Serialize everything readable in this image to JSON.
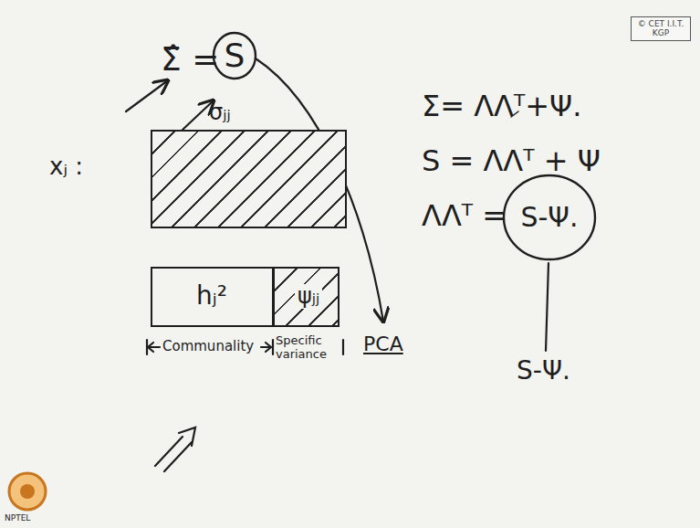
{
  "diagram": {
    "nodes": [
      {
        "text": [
          "σⱼⱼ"
        ]
      },
      {
        "text": [
          "hⱼ²"
        ]
      },
      {
        "text": [
          "ψⱼⱼ"
        ]
      },
      {
        "text": [
          "S"
        ]
      },
      {
        "text": [
          "S-Ψ."
        ]
      }
    ],
    "labels": [
      "Σ̂ =",
      "xⱼ :",
      "Σ= ΛΛᵀ+Ψ.",
      "S = ΛΛᵀ + Ψ",
      "ΛΛᵀ =",
      "S-Ψ.",
      "PCA",
      "Communality",
      "Specific variance",
      "© CET I.I.T. KGP",
      "NPTEL"
    ]
  }
}
